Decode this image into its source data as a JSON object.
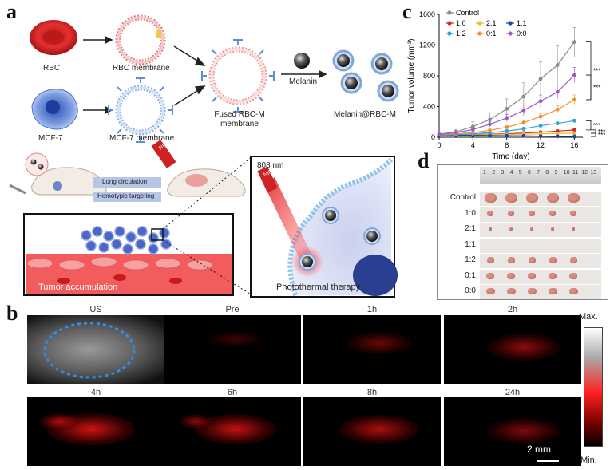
{
  "panels": {
    "a": "a",
    "b": "b",
    "c": "c",
    "d": "d"
  },
  "schematic": {
    "rbc": "RBC",
    "rbc_membrane": "RBC membrane",
    "mcf7": "MCF-7",
    "mcf7_membrane": "MCF-7 membrane",
    "fused_line1": "Fused RBC-M",
    "fused_line2": "membrane",
    "melanin": "Melanin",
    "product": "Melanin@RBC-M",
    "long_circulation": "Long circulation",
    "homotypic_targeting": "Homotypic targeting",
    "nir": "NIR",
    "tumor_accumulation": "Tumor accumulation",
    "wavelength": "808 nm",
    "photothermal": "Photothermal therapy"
  },
  "imaging": {
    "tiles": [
      "US",
      "Pre",
      "1h",
      "2h",
      "4h",
      "6h",
      "8h",
      "24h"
    ],
    "scalebar": "2 mm",
    "colorbar_max": "Max.",
    "colorbar_min": "Min."
  },
  "tumor_photos": {
    "ruler_numbers": [
      "1",
      "2",
      "3",
      "4",
      "5",
      "6",
      "7",
      "8",
      "9",
      "10",
      "11",
      "12",
      "13"
    ],
    "rows": [
      {
        "label": "Control",
        "count": 5
      },
      {
        "label": "1:0",
        "count": 5
      },
      {
        "label": "2:1",
        "count": 5
      },
      {
        "label": "1:1",
        "count": 0
      },
      {
        "label": "1:2",
        "count": 5
      },
      {
        "label": "0:1",
        "count": 5
      },
      {
        "label": "0:0",
        "count": 5
      }
    ]
  },
  "chart_data": {
    "type": "line",
    "xlabel": "Time (day)",
    "ylabel": "Tumor volume (mm³)",
    "xlim": [
      0,
      17
    ],
    "ylim": [
      0,
      1600
    ],
    "xticks": [
      0,
      4,
      8,
      12,
      16
    ],
    "yticks": [
      0,
      400,
      800,
      1200,
      1600
    ],
    "x": [
      0,
      2,
      4,
      6,
      8,
      10,
      12,
      14,
      16
    ],
    "legend_placement": "top-left",
    "significance": [
      "***",
      "***",
      "***",
      "***",
      "***"
    ],
    "series": [
      {
        "name": "Control",
        "color": "#8c8c8c",
        "values": [
          40,
          70,
          140,
          230,
          370,
          530,
          760,
          940,
          1240
        ],
        "err": [
          10,
          30,
          60,
          90,
          130,
          180,
          220,
          250,
          190
        ]
      },
      {
        "name": "1:0",
        "color": "#d62728",
        "values": [
          30,
          32,
          35,
          40,
          45,
          55,
          65,
          80,
          95
        ],
        "err": [
          5,
          5,
          6,
          8,
          10,
          12,
          14,
          15,
          18
        ]
      },
      {
        "name": "2:1",
        "color": "#e8c21c",
        "values": [
          30,
          30,
          32,
          34,
          37,
          40,
          45,
          48,
          52
        ],
        "err": [
          4,
          4,
          5,
          6,
          6,
          7,
          8,
          9,
          10
        ]
      },
      {
        "name": "1:1",
        "color": "#1f3fb4",
        "values": [
          30,
          28,
          25,
          22,
          20,
          18,
          15,
          12,
          10
        ],
        "err": [
          4,
          4,
          4,
          4,
          4,
          4,
          4,
          3,
          3
        ]
      },
      {
        "name": "1:2",
        "color": "#2aa7d8",
        "values": [
          30,
          35,
          45,
          60,
          80,
          110,
          150,
          180,
          215
        ],
        "err": [
          5,
          6,
          8,
          10,
          14,
          18,
          20,
          20,
          20
        ]
      },
      {
        "name": "0:1",
        "color": "#f0922b",
        "values": [
          35,
          45,
          60,
          90,
          130,
          190,
          270,
          360,
          490
        ],
        "err": [
          6,
          8,
          10,
          14,
          20,
          30,
          40,
          50,
          60
        ]
      },
      {
        "name": "0:0",
        "color": "#9b59d0",
        "values": [
          40,
          60,
          100,
          170,
          250,
          350,
          470,
          590,
          810
        ],
        "err": [
          8,
          15,
          25,
          35,
          50,
          70,
          80,
          90,
          100
        ]
      }
    ]
  }
}
